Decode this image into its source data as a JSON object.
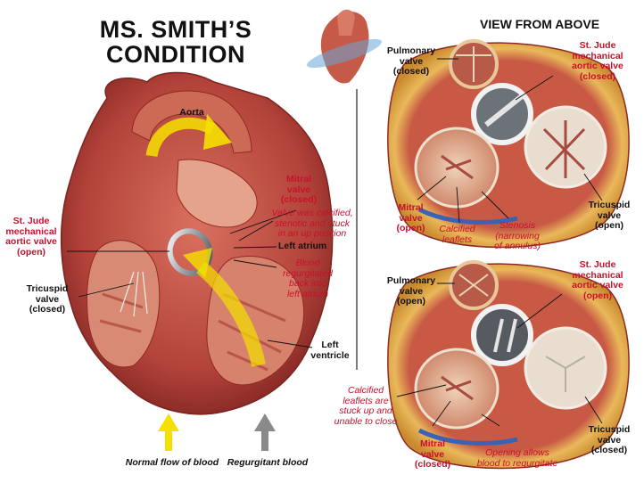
{
  "title_line1": "MS. SMITH’S",
  "title_line2": "CONDITION",
  "view_title": "VIEW FROM ABOVE",
  "heart": {
    "aorta": "Aorta",
    "mitral_valve": [
      "Mitral",
      "valve",
      "(closed)"
    ],
    "calcified_note": [
      "Valve was calcified,",
      "stenotic and stuck",
      "in an up position"
    ],
    "left_atrium": "Left  atrium",
    "st_jude": [
      "St. Jude",
      "mechanical",
      "aortic valve",
      "(open)"
    ],
    "regurgitated": [
      "Blood",
      "regurgitated",
      "back into",
      "left atrium"
    ],
    "tricuspid": [
      "Tricuspid",
      "valve",
      "(closed)"
    ],
    "left_ventricle": [
      "Left",
      "ventricle"
    ]
  },
  "top_view": {
    "pulmonary": [
      "Pulmonary",
      "valve",
      "(closed)"
    ],
    "st_jude": [
      "St. Jude",
      "mechanical",
      "aortic valve",
      "(closed)"
    ],
    "mitral": [
      "Mitral",
      "valve",
      "(open)"
    ],
    "calcified": [
      "Calcified",
      "leaflets"
    ],
    "stenosis": [
      "Stenosis",
      "(narrowing",
      "of annulus)"
    ],
    "tricuspid": [
      "Tricuspid",
      "valve",
      "(open)"
    ]
  },
  "bottom_view": {
    "pulmonary": [
      "Pulmonary",
      "valve",
      "(open)"
    ],
    "st_jude": [
      "St. Jude",
      "mechanical",
      "aortic valve",
      "(open)"
    ],
    "calcified": [
      "Calcified",
      "leaflets are",
      "stuck up and",
      "unable to close"
    ],
    "mitral": [
      "Mitral",
      "valve",
      "(closed)"
    ],
    "opening": [
      "Opening allows",
      "blood to regurgitate"
    ],
    "tricuspid": [
      "Tricuspid",
      "valve",
      "(closed)"
    ]
  },
  "legend": {
    "normal": "Normal flow of blood",
    "regurgitant": "Regurgitant blood",
    "normal_color": "#f5e000",
    "regurgitant_color": "#8a8a8a"
  },
  "colors": {
    "label_red": "#c8102e",
    "muscle": "#b8453a",
    "muscle_dark": "#8e2a24",
    "fat": "#e8b84a"
  }
}
